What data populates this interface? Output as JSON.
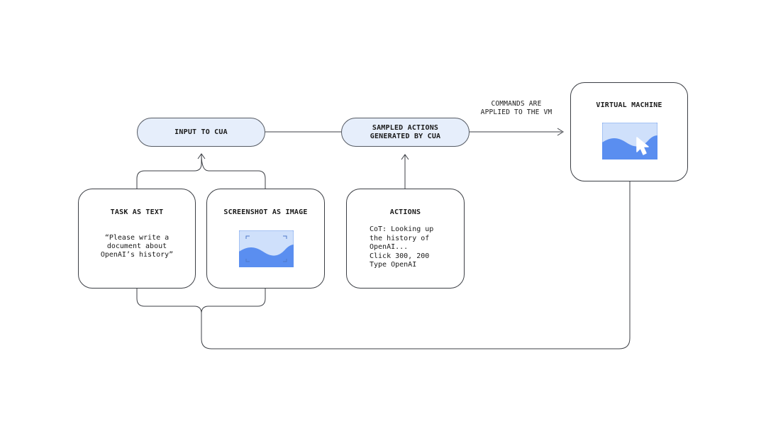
{
  "diagram": {
    "input_pill": {
      "label": "INPUT TO CUA"
    },
    "sampled_pill": {
      "label": "SAMPLED ACTIONS\nGENERATED BY CUA"
    },
    "commands_label": "COMMANDS ARE\nAPPLIED TO THE VM",
    "task_card": {
      "title": "TASK AS TEXT",
      "quote": "“Please write a\ndocument about\nOpenAI’s history”"
    },
    "screenshot_card": {
      "title": "SCREENSHOT AS IMAGE"
    },
    "actions_card": {
      "title": "ACTIONS",
      "body": "CoT: Looking up\nthe history of\nOpenAI...\nClick 300, 200\nType OpenAI"
    },
    "vm_card": {
      "title": "VIRTUAL MACHINE"
    },
    "colors": {
      "pill_fill": "#e6eefb",
      "thumbnail_light": "#cfe0fb",
      "thumbnail_blue": "#5a8ef0",
      "line": "#3c3f45"
    }
  }
}
